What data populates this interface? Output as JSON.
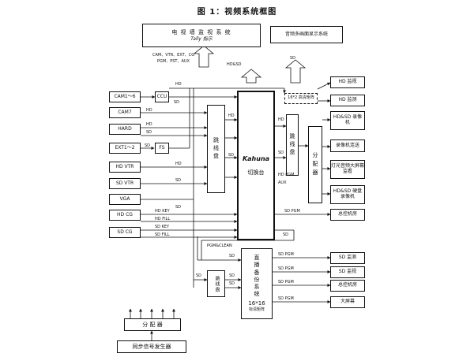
{
  "title": "图 1：视频系统框图",
  "top": {
    "video_wall": "电 视 墙 监 视 系 统",
    "tally": "Tally 指示",
    "multi_display": "音频多画面显示系统",
    "out_left_1": "CAM、VTR、EXT、CG",
    "out_left_2": "PGM、PST、AUX",
    "hdsd": "HD&SD",
    "sd": "SD"
  },
  "sources": [
    "CAM1～6",
    "CAM7",
    "HARD",
    "EXT1～2",
    "HD VTR",
    "SD VTR",
    "VGA",
    "HD CG",
    "SD CG"
  ],
  "processors": {
    "ccu": "CCU",
    "fs": "FS"
  },
  "patch": "跳线盘",
  "switcher": {
    "name": "Kahuna",
    "sub": "切换台"
  },
  "distributor": "分配器",
  "matrix_label": "16*2 高清矩阵",
  "backup": {
    "name": "直播备份系统",
    "size": "16*16",
    "sub": "标清矩阵"
  },
  "outputs_top": [
    "HD 监视",
    "HD 监测",
    "HD&SD 录像机",
    "录像机连送",
    "灯光音频大屏幕监看",
    "HD&SD 硬盘录像机",
    "总控机房"
  ],
  "outputs_bottom": [
    "SD 监测",
    "SD 监视",
    "总控机房",
    "大屏幕"
  ],
  "sync": {
    "distributor": "分 配 器",
    "generator": "同步信号发生器"
  },
  "signal_labels": {
    "hd": "HD",
    "sd": "SD",
    "hd_key": "HD KEY",
    "hd_fill": "HD FILL",
    "sd_key": "SD KEY",
    "sd_fill": "SD FILL",
    "sd_pgm": "SD PGM",
    "hd_pgm": "HD PGM",
    "aux": "AUX",
    "pgm_clean": "PGM&CLEAN"
  }
}
